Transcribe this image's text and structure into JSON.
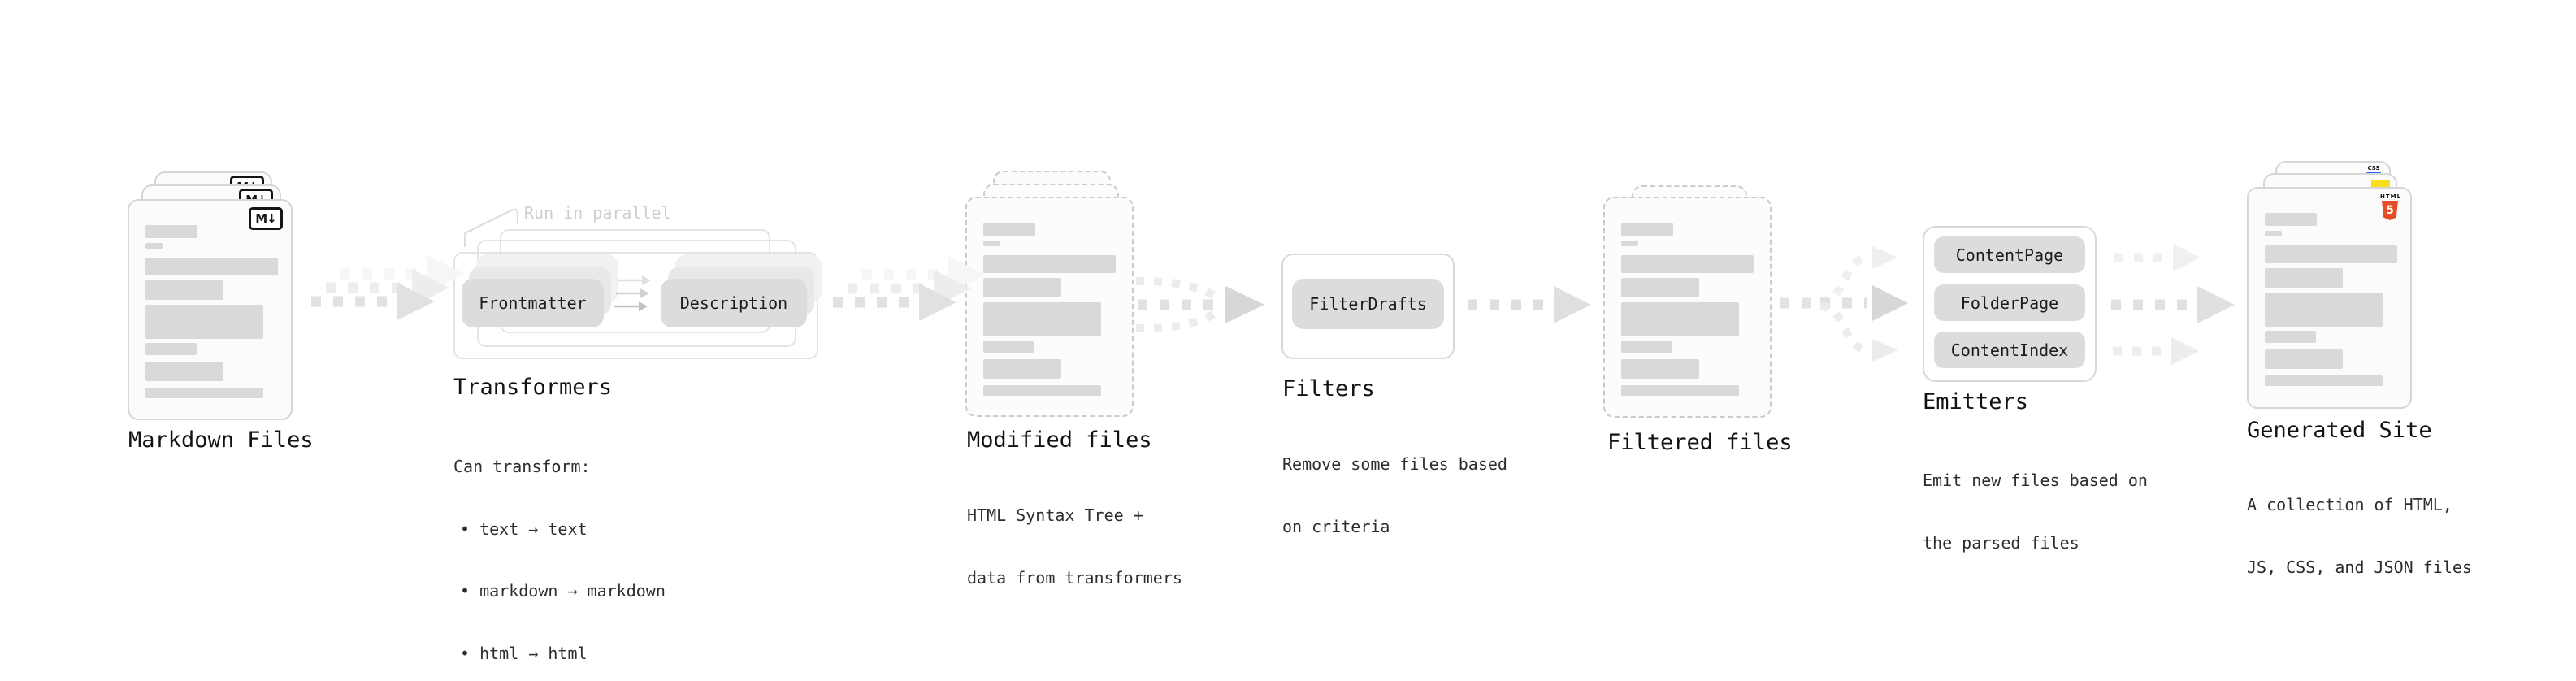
{
  "diagram": {
    "stages": {
      "markdown_files": {
        "label": "Markdown Files",
        "badge": "M↓",
        "icon": "markdown-icon"
      },
      "transformers": {
        "title": "Transformers",
        "annotation": "Run in parallel",
        "pill_left": "Frontmatter",
        "pill_right": "Description",
        "desc_heading": "Can transform:",
        "bullets": [
          "• text → text",
          "• markdown → markdown",
          "• html → html"
        ]
      },
      "modified_files": {
        "label": "Modified files",
        "desc_line1": "HTML Syntax Tree +",
        "desc_line2": "data from transformers"
      },
      "filters": {
        "title": "Filters",
        "pill": "FilterDrafts",
        "desc_line1": "Remove some files based",
        "desc_line2": "on criteria"
      },
      "filtered_files": {
        "label": "Filtered files"
      },
      "emitters": {
        "title": "Emitters",
        "pills": [
          "ContentPage",
          "FolderPage",
          "ContentIndex"
        ],
        "desc_line1": "Emit new files based on",
        "desc_line2": "the parsed files"
      },
      "generated_site": {
        "label": "Generated Site",
        "desc_line1": "A collection of HTML,",
        "desc_line2": "JS, CSS, and JSON files",
        "html5_icon_word": "HTML",
        "html5_icon_number": "5",
        "css_icon_word": "CSS"
      }
    },
    "colors": {
      "bar": "#d9d9d9",
      "pill_bg": "#dcdcdc",
      "accent_html": "#e44d26",
      "accent_js": "#f7df1e",
      "accent_css": "#2965f1"
    }
  }
}
